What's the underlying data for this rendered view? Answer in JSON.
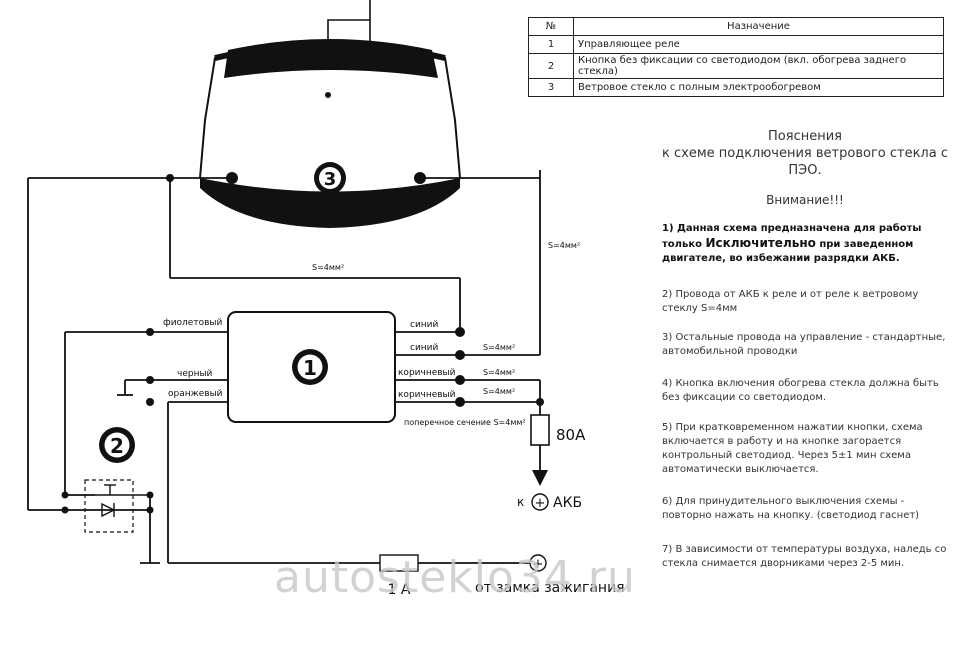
{
  "legend": {
    "header_num": "№",
    "header_purpose": "Назначение",
    "rows": [
      {
        "num": "1",
        "text": "Управляющее реле"
      },
      {
        "num": "2",
        "text": "Кнопка без фиксации со светодиодом (вкл. обогрева заднего стекла)"
      },
      {
        "num": "3",
        "text": "Ветровое стекло с полным электрообогревом"
      }
    ]
  },
  "notes": {
    "title_line1": "Пояснения",
    "title_line2": "к схеме подключения ветрового стекла с ПЭО.",
    "warning": "Внимание!!!",
    "items": [
      {
        "pre": "1) Данная схема предназначена для работы только ",
        "emph": "Исключительно",
        "post": " при заведенном двигателе, во избежании разрядки АКБ."
      },
      {
        "text": "2) Провода от АКБ к реле и от реле к ветровому стеклу S=4мм"
      },
      {
        "text": "3) Остальные провода на управление - стандартные, автомобильной проводки"
      },
      {
        "text": "4) Кнопка включения обогрева стекла должна быть без фиксации со светодиодом."
      },
      {
        "text": "5) При кратковременном нажатии кнопки, схема включается в работу и на кнопке загорается контрольный светодиод. Через 5±1 мин схема автоматически выключается."
      },
      {
        "text": "6) Для принудительного выключения схемы - повторно нажать на кнопку. (светодиод гаснет)"
      },
      {
        "text": "7) В зависимости от температуры воздуха, наледь со стекла снимается дворниками через 2-5 мин."
      }
    ]
  },
  "diagram": {
    "glass_number": "3",
    "relay_number": "1",
    "button_number": "2",
    "wire_section_top": "S=4мм²",
    "wire_section_right": "S=4мм²",
    "wire_section_1": "S=4мм²",
    "wire_section_2": "S=4мм²",
    "wire_section_3": "S=4мм²",
    "cross_section_label": "поперечное сечение S=4мм²",
    "left_labels": {
      "violet": "фиолетовый",
      "black": "черный",
      "orange": "оранжевый"
    },
    "right_labels": {
      "blue1": "синий",
      "blue2": "синий",
      "brown1": "коричневый",
      "brown2": "коричневый"
    },
    "fuse_main": "80А",
    "battery_prefix": "к",
    "battery_label": "АКБ",
    "fuse_ignition": "1 А",
    "ignition_label": "от замка зажигания",
    "plus_symbol": "+"
  },
  "watermark": "autosteklo34.ru"
}
